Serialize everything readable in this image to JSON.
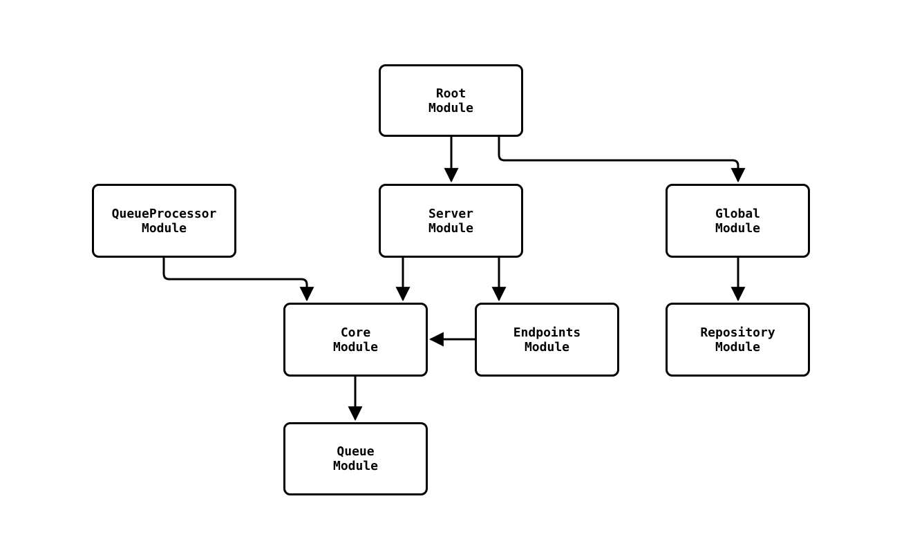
{
  "diagram": {
    "type": "flowchart",
    "background_color": "#ffffff",
    "node_fill_color": "#ffffff",
    "node_border_color": "#000000",
    "edge_color": "#000000",
    "nodes": {
      "root": {
        "label": "Root\nModule"
      },
      "queue_processor": {
        "label": "QueueProcessor\nModule"
      },
      "server": {
        "label": "Server\nModule"
      },
      "global": {
        "label": "Global\nModule"
      },
      "core": {
        "label": "Core\nModule"
      },
      "endpoints": {
        "label": "Endpoints\nModule"
      },
      "repository": {
        "label": "Repository\nModule"
      },
      "queue": {
        "label": "Queue\nModule"
      }
    },
    "edges": [
      {
        "from": "Root Module",
        "to": "Server Module"
      },
      {
        "from": "Root Module",
        "to": "Global Module"
      },
      {
        "from": "QueueProcessor Module",
        "to": "Core Module"
      },
      {
        "from": "Server Module",
        "to": "Core Module"
      },
      {
        "from": "Server Module",
        "to": "Endpoints Module"
      },
      {
        "from": "Endpoints Module",
        "to": "Core Module"
      },
      {
        "from": "Global Module",
        "to": "Repository Module"
      },
      {
        "from": "Core Module",
        "to": "Queue Module"
      }
    ]
  }
}
